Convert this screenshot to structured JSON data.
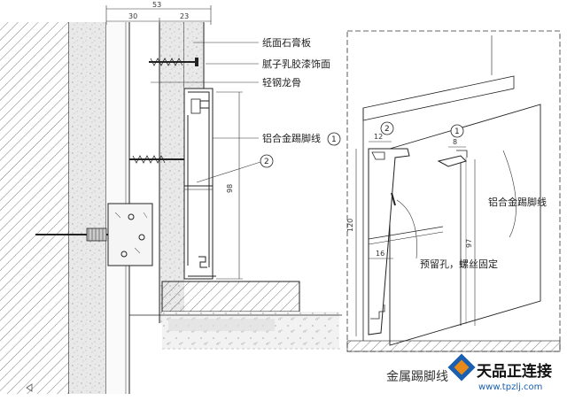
{
  "left_detail": {
    "dim_total": "53",
    "dim_a": "30",
    "dim_b": "23",
    "dim_height": "98",
    "callouts": {
      "gypsum_board": "纸面石膏板",
      "putty_paint": "腻子乳胶漆饰面",
      "light_steel_keel": "轻钢龙骨",
      "aluminum_skirting": "铝合金踢脚线"
    },
    "marker_1": "1",
    "marker_2": "2"
  },
  "right_detail": {
    "dim_12": "12",
    "dim_8": "8",
    "dim_120": "120",
    "dim_97": "97",
    "dim_16": "16",
    "label_skirting": "铝合金踢脚线",
    "label_hole": "预留孔，螺丝固定",
    "marker_1": "1",
    "marker_2": "2"
  },
  "caption": "金属踢脚线",
  "watermark": {
    "brand": "天品正连接",
    "url": "www.tpzlj.com"
  }
}
